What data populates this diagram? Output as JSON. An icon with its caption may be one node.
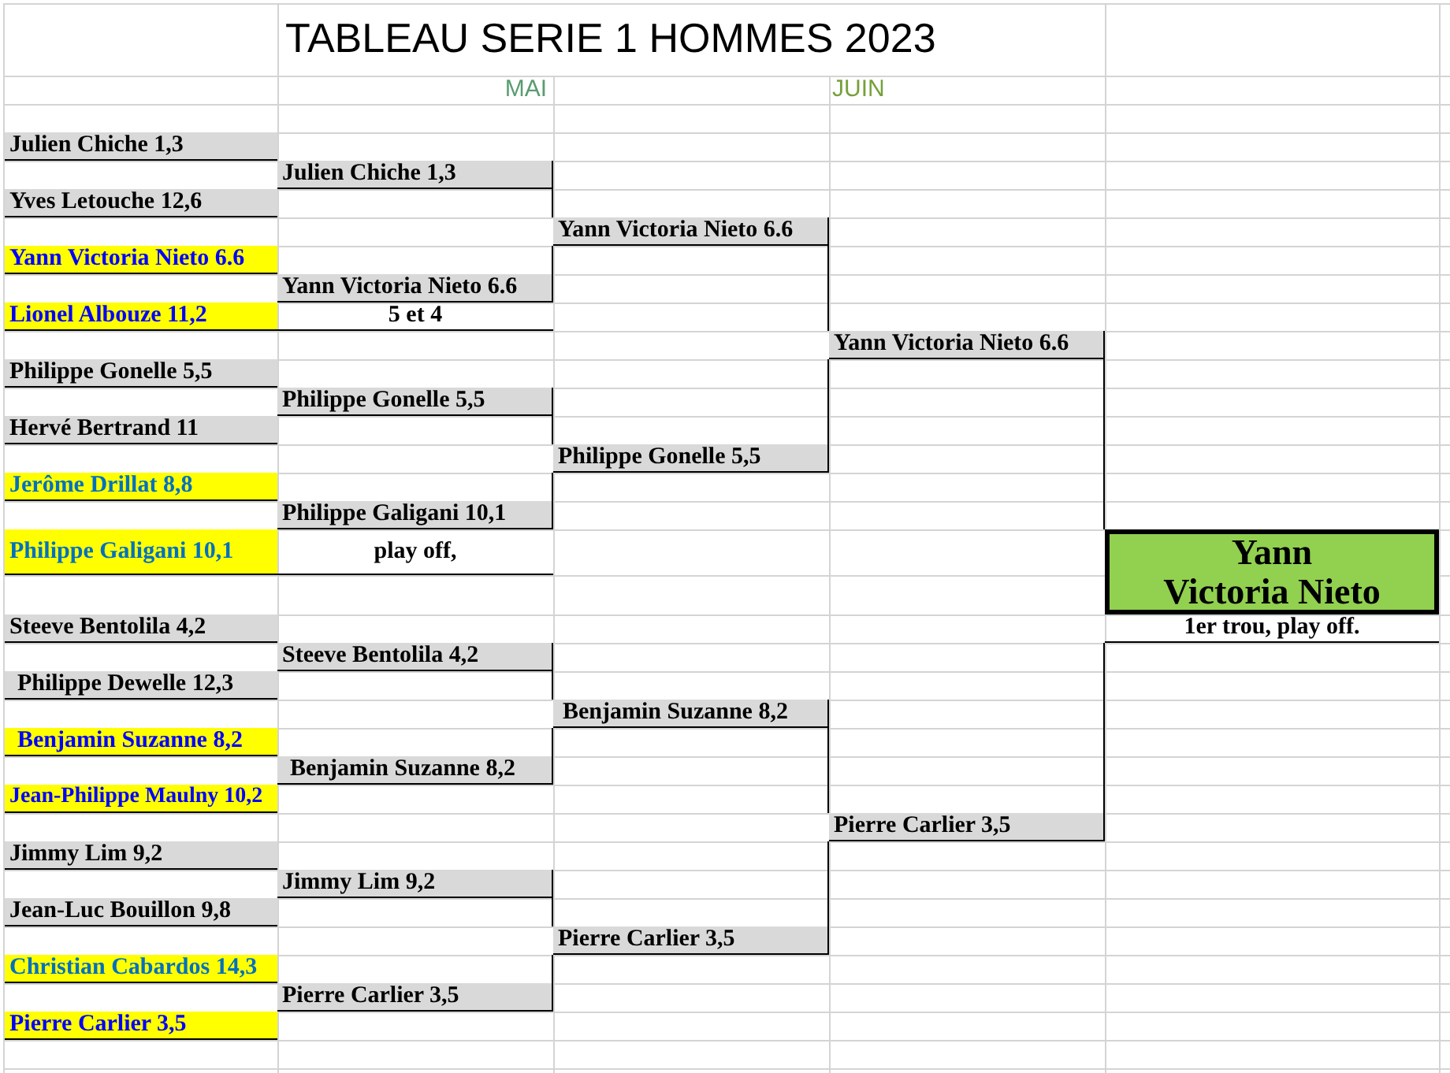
{
  "diagram": {
    "title": "TABLEAU SERIE 1 HOMMES 2023",
    "nodes": [
      {
        "text": [
          "Julien Chiche 1,3"
        ]
      },
      {
        "text": [
          "Julien Chiche 1,3"
        ]
      },
      {
        "text": [
          "Yves Letouche 12,6"
        ]
      },
      {
        "text": [
          "Yann Victoria Nieto 6.6"
        ]
      },
      {
        "text": [
          "Yann Victoria Nieto 6.6"
        ]
      },
      {
        "text": [
          "Yann Victoria Nieto 6.6"
        ],
        "beside": [
          "5 et 4"
        ]
      },
      {
        "text": [
          "Lionel Albouze 11,2"
        ]
      },
      {
        "text": [
          "Yann Victoria Nieto 6.6"
        ]
      },
      {
        "text": [
          "Philippe Gonelle 5,5"
        ]
      },
      {
        "text": [
          "Philippe Gonelle 5,5"
        ]
      },
      {
        "text": [
          "Hervé Bertrand 11"
        ]
      },
      {
        "text": [
          "Philippe Gonelle 5,5"
        ]
      },
      {
        "text": [
          "Jerôme Drillat 8,8"
        ]
      },
      {
        "text": [
          "Philippe Galigani 10,1"
        ],
        "beside": [
          "play off,"
        ]
      },
      {
        "text": [
          "Philippe Galigani 10,1"
        ]
      },
      {
        "text": [
          "Yann Victoria Nieto"
        ],
        "beside": [
          "1er trou, play off."
        ]
      },
      {
        "text": [
          "Steeve Bentolila 4,2"
        ]
      },
      {
        "text": [
          "Steeve Bentolila 4,2"
        ]
      },
      {
        "text": [
          "Philippe Dewelle 12,3"
        ]
      },
      {
        "text": [
          "Benjamin Suzanne 8,2"
        ]
      },
      {
        "text": [
          "Benjamin Suzanne 8,2"
        ]
      },
      {
        "text": [
          "Benjamin Suzanne 8,2"
        ]
      },
      {
        "text": [
          "Jean-Philippe Maulny 10,2"
        ]
      },
      {
        "text": [
          "Pierre Carlier 3,5"
        ]
      },
      {
        "text": [
          "Jimmy Lim 9,2"
        ]
      },
      {
        "text": [
          "Jimmy Lim 9,2"
        ]
      },
      {
        "text": [
          "Jean-Luc Bouillon 9,8"
        ]
      },
      {
        "text": [
          "Pierre Carlier 3,5"
        ]
      },
      {
        "text": [
          "Christian Cabardos 14,3"
        ]
      },
      {
        "text": [
          "Pierre Carlier 3,5"
        ]
      },
      {
        "text": [
          "Pierre Carlier 3,5"
        ]
      }
    ],
    "edges": [
      {
        "from": 1,
        "to": 3,
        "arrow": "none"
      },
      {
        "from": 5,
        "to": 3,
        "arrow": "none"
      },
      {
        "from": 9,
        "to": 11,
        "arrow": "none"
      },
      {
        "from": 13,
        "to": 11,
        "arrow": "none"
      },
      {
        "from": 3,
        "to": 7,
        "arrow": "none"
      },
      {
        "from": 11,
        "to": 7,
        "arrow": "none"
      },
      {
        "from": 7,
        "to": 15,
        "arrow": "none"
      },
      {
        "from": 23,
        "to": 15,
        "arrow": "none"
      },
      {
        "from": 17,
        "to": 19,
        "arrow": "none"
      },
      {
        "from": 21,
        "to": 19,
        "arrow": "none"
      },
      {
        "from": 25,
        "to": 27,
        "arrow": "none"
      },
      {
        "from": 29,
        "to": 27,
        "arrow": "none"
      },
      {
        "from": 19,
        "to": 23,
        "arrow": "none"
      },
      {
        "from": 27,
        "to": 23,
        "arrow": "none"
      }
    ],
    "labels": [
      "MAI",
      "JUIN"
    ]
  }
}
